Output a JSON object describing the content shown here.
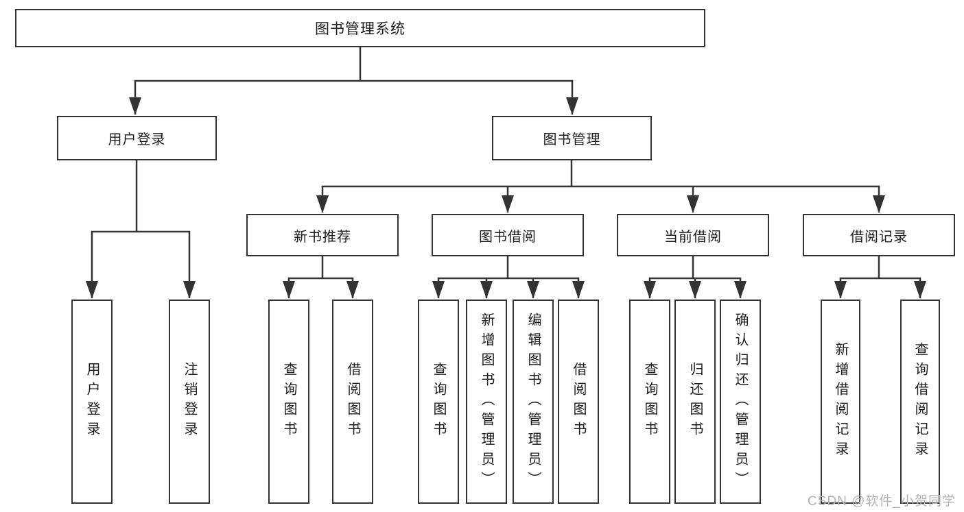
{
  "diagram": {
    "title": "图书管理系统"
  },
  "nodes": {
    "root": {
      "label": "图书管理系统"
    },
    "user_login_group": {
      "label": "用户登录"
    },
    "book_mgmt": {
      "label": "图书管理"
    },
    "new_book_rec": {
      "label": "新书推荐"
    },
    "book_borrow": {
      "label": "图书借阅"
    },
    "current_borrow": {
      "label": "当前借阅"
    },
    "borrow_records": {
      "label": "借阅记录"
    },
    "leaf_user_login": {
      "label": "用户登录"
    },
    "leaf_logout": {
      "label": "注销登录"
    },
    "leaf_query_book_a": {
      "label": "查询图书"
    },
    "leaf_borrow_book_a": {
      "label": "借阅图书"
    },
    "leaf_query_book_b": {
      "label": "查询图书"
    },
    "leaf_add_book": {
      "label": "新增图书（管理员）"
    },
    "leaf_edit_book": {
      "label": "编辑图书（管理员）"
    },
    "leaf_borrow_book_b": {
      "label": "借阅图书"
    },
    "leaf_query_book_c": {
      "label": "查询图书"
    },
    "leaf_return_book": {
      "label": "归还图书"
    },
    "leaf_confirm_return": {
      "label": "确认归还（管理员）"
    },
    "leaf_add_record": {
      "label": "新增借阅记录"
    },
    "leaf_query_record": {
      "label": "查询借阅记录"
    }
  },
  "watermark": {
    "text": "CSDN @软件_小贺同学"
  },
  "colors": {
    "line": "#333336",
    "box_border": "#333336",
    "box_background": "#ffffff",
    "text": "#1c1c1e",
    "watermark_text": "#b3b3b6",
    "page_background": "#ffffff"
  }
}
